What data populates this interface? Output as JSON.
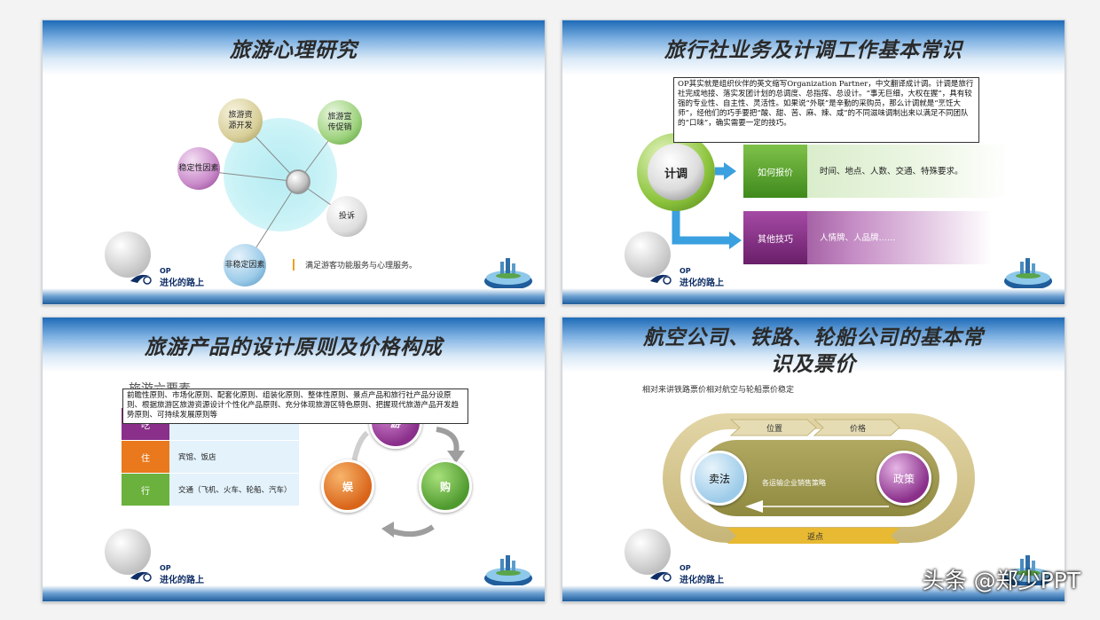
{
  "slides": [
    {
      "title": "旅游心理研究",
      "bubbles": [
        "旅游资源开发",
        "旅游宣传促销",
        "稳定性因素",
        "投诉",
        "非稳定因素"
      ],
      "note": "满足游客功能服务与心理服务。"
    },
    {
      "title": "旅行社业务及计调工作基本常识",
      "description": "OP其实就是组织伙伴的英文缩写Organization Partner，中文翻译成计调。计调是旅行社完成地接、落实发团计划的总调度、总指挥、总设计。“事无巨细，大权在握”，具有较强的专业性、自主性、灵活性。如果说“外联”是辛勤的采购员，那么计调就是“烹饪大师”，经他们的巧手要把“酸、甜、苦、麻、辣、咸”的不同滋味调制出来以满足不同团队的“口味”，确实需要一定的技巧。",
      "center": "计调",
      "rows": [
        {
          "label": "如何报价",
          "value": "时间、地点、人数、交通、特殊要求。"
        },
        {
          "label": "其他技巧",
          "value": "人情牌、人品牌……"
        }
      ]
    },
    {
      "title": "旅游产品的设计原则及价格构成",
      "heading": "旅游六要素",
      "description": "前瞻性原则、市场化原则、配套化原则、组装化原则、整体性原则、景点产品和旅行社产品分设原则、根据旅游区旅游资源设计个性化产品原则、充分体现旅游区特色原则、把握现代旅游产品开发趋势原则、可持续发展原则等",
      "table": [
        {
          "key": "吃",
          "value": ""
        },
        {
          "key": "住",
          "value": "宾馆、饭店"
        },
        {
          "key": "行",
          "value": "交通（飞机、火车、轮船、汽车）"
        }
      ],
      "cycle": [
        "游",
        "购",
        "娱"
      ]
    },
    {
      "title": "航空公司、铁路、轮船公司的基本常识及票价",
      "title_line1": "航空公司、铁路、轮船公司的基本常",
      "title_line2": "识及票价",
      "subtitle": "相对来讲铁路票价相对航空与轮船票价稳定",
      "top_chevrons": [
        "位置",
        "价格"
      ],
      "bottom_chevron": "返点",
      "left_node": "卖法",
      "right_node": "政策",
      "middle": "各运输企业销售策略"
    }
  ],
  "logo": {
    "op": "OP",
    "text": "进化的路上"
  },
  "watermark": "头条 @郑少PPT",
  "colors": {
    "green": "#6ab23d",
    "purple": "#8a2f8a",
    "orange": "#e9791c",
    "blue_accent": "#3aa0e0",
    "gold": "#c6b577"
  }
}
